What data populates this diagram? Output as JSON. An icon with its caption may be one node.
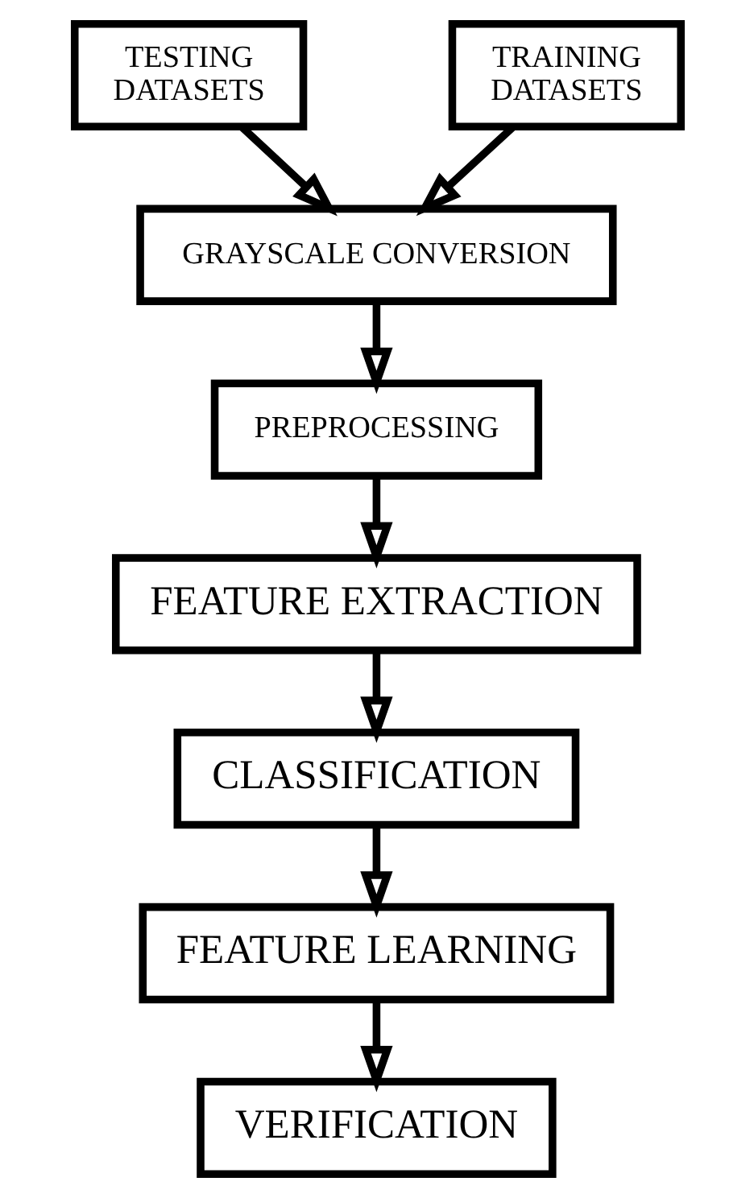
{
  "diagram": {
    "nodes": [
      {
        "text": [
          "TESTING DATASETS"
        ]
      },
      {
        "text": [
          "TRAINING DATASETS"
        ]
      },
      {
        "text": [
          "GRAYSCALE CONVERSION"
        ]
      },
      {
        "text": [
          "PREPROCESSING"
        ]
      },
      {
        "text": [
          "FEATURE EXTRACTION"
        ]
      },
      {
        "text": [
          "CLASSIFICATION"
        ]
      },
      {
        "text": [
          "FEATURE LEARNING"
        ]
      },
      {
        "text": [
          "VERIFICATION"
        ]
      }
    ],
    "edges": [
      {
        "from": 0,
        "to": 2,
        "arrow": "to"
      },
      {
        "from": 1,
        "to": 2,
        "arrow": "to"
      },
      {
        "from": 2,
        "to": 3,
        "arrow": "to"
      },
      {
        "from": 3,
        "to": 4,
        "arrow": "to"
      },
      {
        "from": 4,
        "to": 5,
        "arrow": "to"
      },
      {
        "from": 5,
        "to": 6,
        "arrow": "to"
      },
      {
        "from": 6,
        "to": 7,
        "arrow": "to"
      }
    ]
  }
}
